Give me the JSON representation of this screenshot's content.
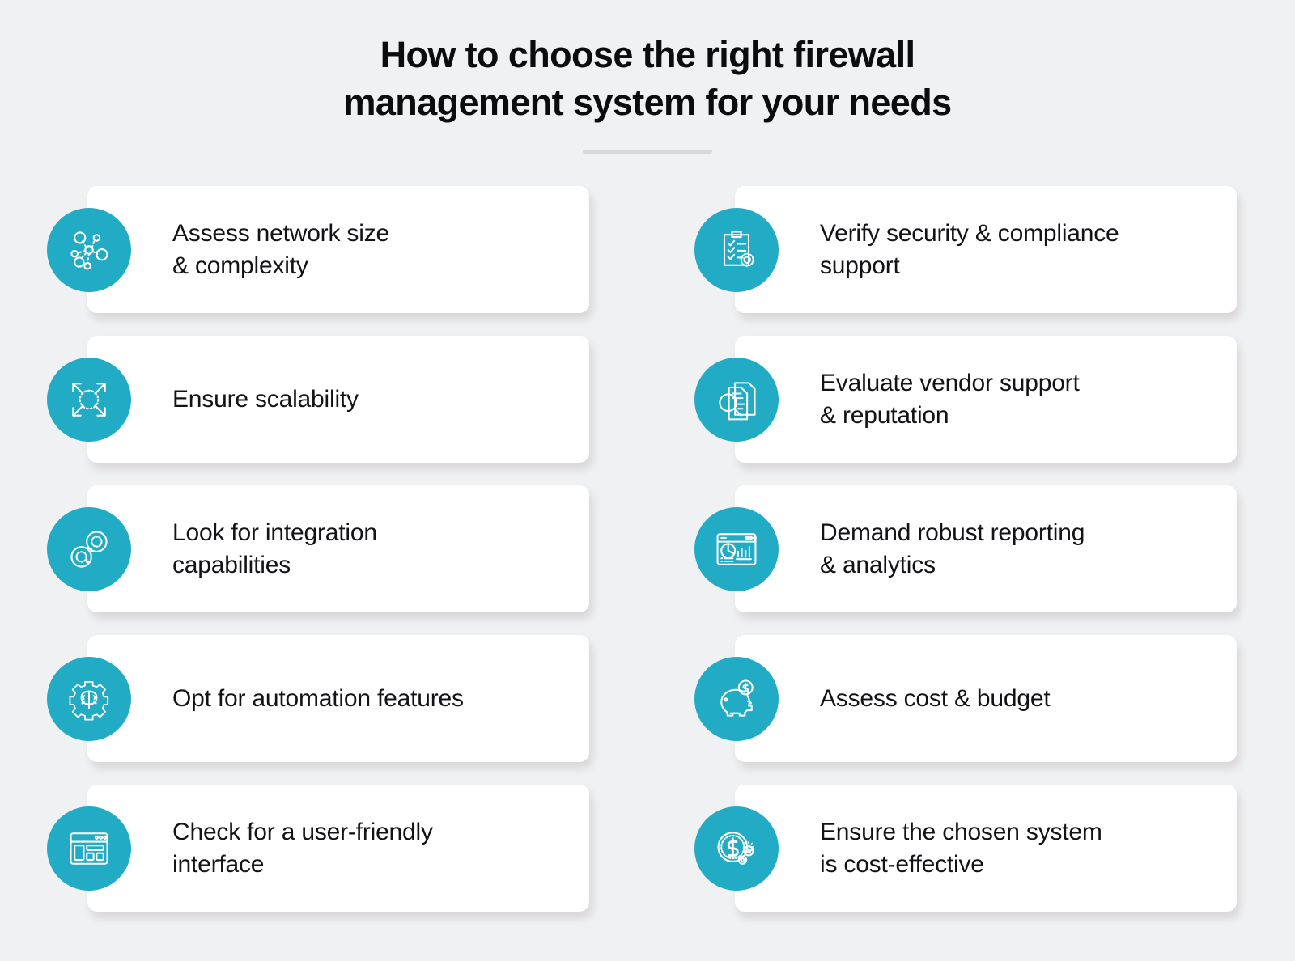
{
  "header": {
    "title": "How to choose the right firewall\nmanagement system for your needs",
    "divider": true
  },
  "theme": {
    "background": "#eff1f3",
    "accent_teal": "#22abc4",
    "card_background": "#ffffff",
    "text_color": "#121316",
    "title_color": "#0b0c0d",
    "divider_color": "#d8dadc"
  },
  "columns": [
    {
      "side": "left",
      "cards": [
        {
          "label": "Assess network size\n& complexity",
          "icon": "network-nodes-icon"
        },
        {
          "label": "Ensure scalability",
          "icon": "expand-arrows-icon"
        },
        {
          "label": "Look for integration\ncapabilities",
          "icon": "linked-gears-icon"
        },
        {
          "label": "Opt for automation features",
          "icon": "gear-brain-icon"
        },
        {
          "label": "Check for a user-friendly\ninterface",
          "icon": "browser-layout-icon"
        }
      ]
    },
    {
      "side": "right",
      "cards": [
        {
          "label": "Verify security & compliance\nsupport",
          "icon": "checklist-seal-icon"
        },
        {
          "label": "Evaluate vendor support\n& reputation",
          "icon": "documents-magnifier-icon"
        },
        {
          "label": "Demand robust reporting\n& analytics",
          "icon": "analytics-dashboard-icon"
        },
        {
          "label": "Assess cost & budget",
          "icon": "piggy-bank-icon"
        },
        {
          "label": "Ensure the chosen system\nis cost-effective",
          "icon": "dollar-gears-icon"
        }
      ]
    }
  ]
}
